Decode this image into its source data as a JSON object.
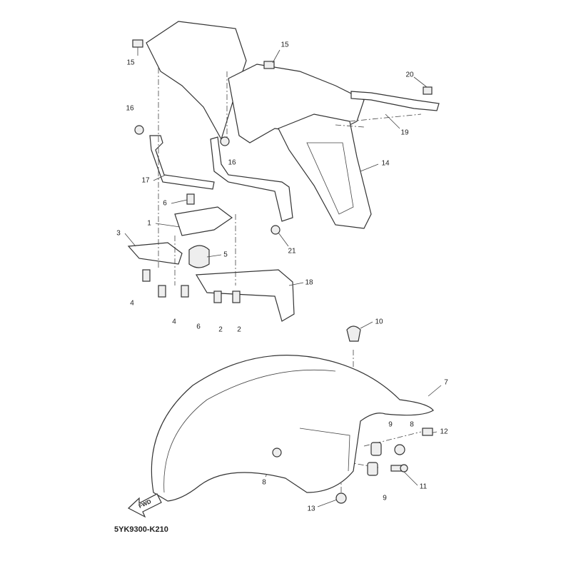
{
  "diagram_code": "5YK9300-K210",
  "fwd_label": "FWD",
  "callouts": [
    {
      "id": "c15a",
      "text": "15"
    },
    {
      "id": "c15b",
      "text": "15"
    },
    {
      "id": "c16a",
      "text": "16"
    },
    {
      "id": "c16b",
      "text": "16"
    },
    {
      "id": "c20",
      "text": "20"
    },
    {
      "id": "c19",
      "text": "19"
    },
    {
      "id": "c17",
      "text": "17"
    },
    {
      "id": "c14",
      "text": "14"
    },
    {
      "id": "c6a",
      "text": "6"
    },
    {
      "id": "c1",
      "text": "1"
    },
    {
      "id": "c3",
      "text": "3"
    },
    {
      "id": "c5",
      "text": "5"
    },
    {
      "id": "c21",
      "text": "21"
    },
    {
      "id": "c18",
      "text": "18"
    },
    {
      "id": "c4a",
      "text": "4"
    },
    {
      "id": "c4b",
      "text": "4"
    },
    {
      "id": "c6b",
      "text": "6"
    },
    {
      "id": "c2a",
      "text": "2"
    },
    {
      "id": "c2b",
      "text": "2"
    },
    {
      "id": "c10",
      "text": "10"
    },
    {
      "id": "c7",
      "text": "7"
    },
    {
      "id": "c9a",
      "text": "9"
    },
    {
      "id": "c8a",
      "text": "8"
    },
    {
      "id": "c12",
      "text": "12"
    },
    {
      "id": "c8b",
      "text": "8"
    },
    {
      "id": "c11",
      "text": "11"
    },
    {
      "id": "c9b",
      "text": "9"
    },
    {
      "id": "c13",
      "text": "13"
    }
  ]
}
